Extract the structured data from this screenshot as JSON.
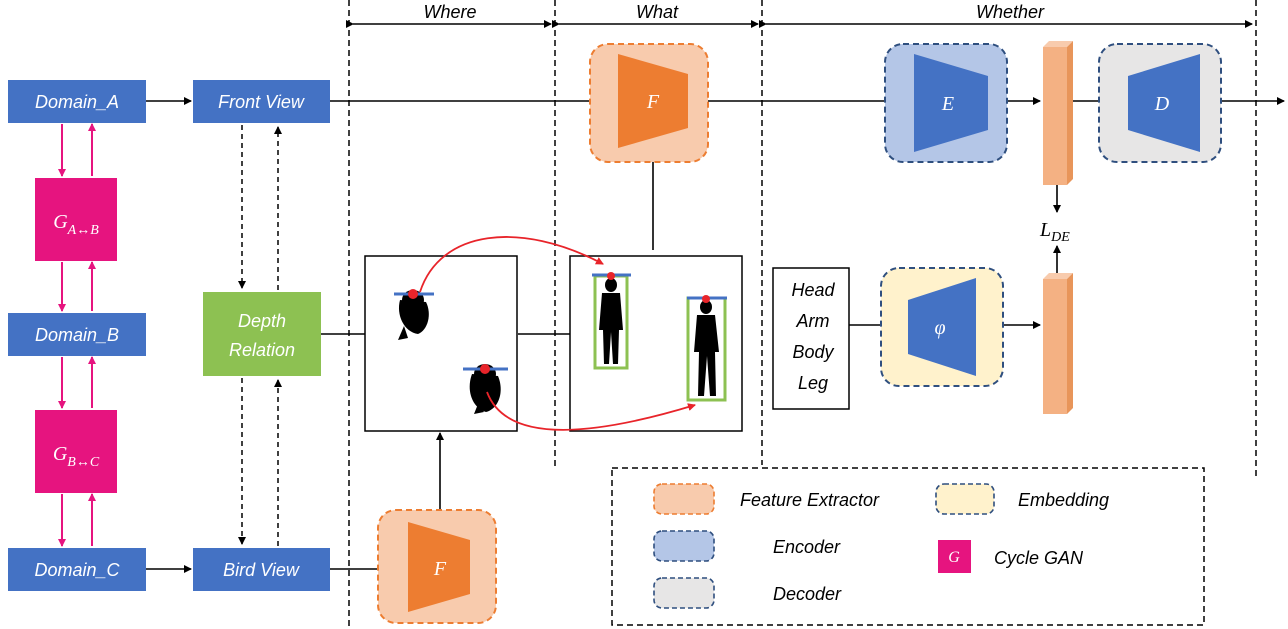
{
  "sections": {
    "where": "Where",
    "what": "What",
    "whether": "Whether"
  },
  "domains": {
    "a": "Domain_A",
    "b": "Domain_B",
    "c": "Domain_C"
  },
  "views": {
    "front": "Front View",
    "bird": "Bird View"
  },
  "depth_relation": {
    "line1": "Depth",
    "line2": "Relation"
  },
  "cycle_gan": {
    "ab": {
      "base": "G",
      "sub": "A↔B"
    },
    "bc": {
      "base": "G",
      "sub": "B↔C"
    }
  },
  "modules": {
    "f_top": "F",
    "f_bottom": "F",
    "encoder": "E",
    "decoder": "D",
    "embed": "φ"
  },
  "loss": {
    "base": "L",
    "sub": "DE"
  },
  "parts": [
    "Head",
    "Arm",
    "Body",
    "Leg"
  ],
  "legend": {
    "feature_extractor": "Feature Extractor",
    "encoder": "Encoder",
    "decoder": "Decoder",
    "embedding": "Embedding",
    "cycle_gan_symbol": "G",
    "cycle_gan": "Cycle GAN"
  },
  "colors": {
    "blue_box": "#4472C4",
    "green_box": "#8DC152",
    "magenta": "#E6147F",
    "orange": "#ED7D31",
    "orange_light": "#F8CBAD",
    "blue_light": "#B4C6E7",
    "grey_light": "#E7E6E6",
    "yellow_light": "#FFF2CC",
    "bar": "#F4B183",
    "red_arrow": "#E8242A"
  }
}
